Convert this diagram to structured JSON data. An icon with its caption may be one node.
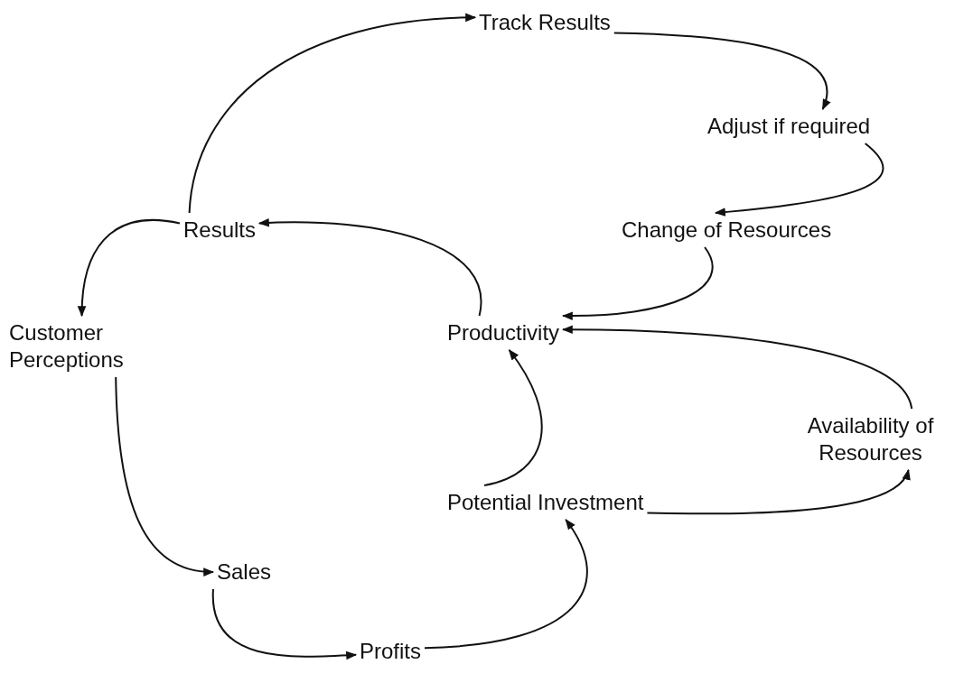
{
  "diagram": {
    "nodes": [
      {
        "text": [
          "Track Results"
        ]
      },
      {
        "text": [
          "Adjust if required"
        ]
      },
      {
        "text": [
          "Results"
        ]
      },
      {
        "text": [
          "Change of Resources"
        ]
      },
      {
        "text": [
          "Customer Perceptions"
        ]
      },
      {
        "text": [
          "Productivity"
        ]
      },
      {
        "text": [
          "Availability of Resources"
        ]
      },
      {
        "text": [
          "Potential Investment"
        ]
      },
      {
        "text": [
          "Sales"
        ]
      },
      {
        "text": [
          "Profits"
        ]
      }
    ],
    "edges": [
      {
        "from": 2,
        "to": 0,
        "arrow": "to"
      },
      {
        "from": 0,
        "to": 1,
        "arrow": "to"
      },
      {
        "from": 1,
        "to": 3,
        "arrow": "to"
      },
      {
        "from": 3,
        "to": 5,
        "arrow": "to"
      },
      {
        "from": 5,
        "to": 2,
        "arrow": "to"
      },
      {
        "from": 2,
        "to": 4,
        "arrow": "to"
      },
      {
        "from": 4,
        "to": 8,
        "arrow": "to"
      },
      {
        "from": 8,
        "to": 9,
        "arrow": "to"
      },
      {
        "from": 9,
        "to": 7,
        "arrow": "to"
      },
      {
        "from": 7,
        "to": 5,
        "arrow": "to"
      },
      {
        "from": 7,
        "to": 6,
        "arrow": "to"
      },
      {
        "from": 6,
        "to": 5,
        "arrow": "to"
      }
    ]
  }
}
